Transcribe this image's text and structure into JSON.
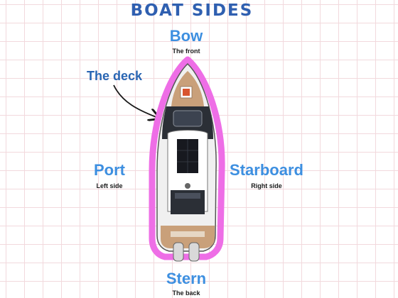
{
  "title": "BOAT SIDES",
  "bow": {
    "label": "Bow",
    "desc": "The front"
  },
  "stern": {
    "label": "Stern",
    "desc": "The back"
  },
  "port": {
    "label": "Port",
    "desc": "Left side"
  },
  "starboard": {
    "label": "Starboard",
    "desc": "Right side"
  },
  "deck": {
    "label": "The deck"
  },
  "colors": {
    "title": "#2f5fb0",
    "side_labels": "#3d8fe0",
    "deck_label": "#2a66b3",
    "deck_outline": "#ee6ee6",
    "grid": "#f2d9dd"
  }
}
